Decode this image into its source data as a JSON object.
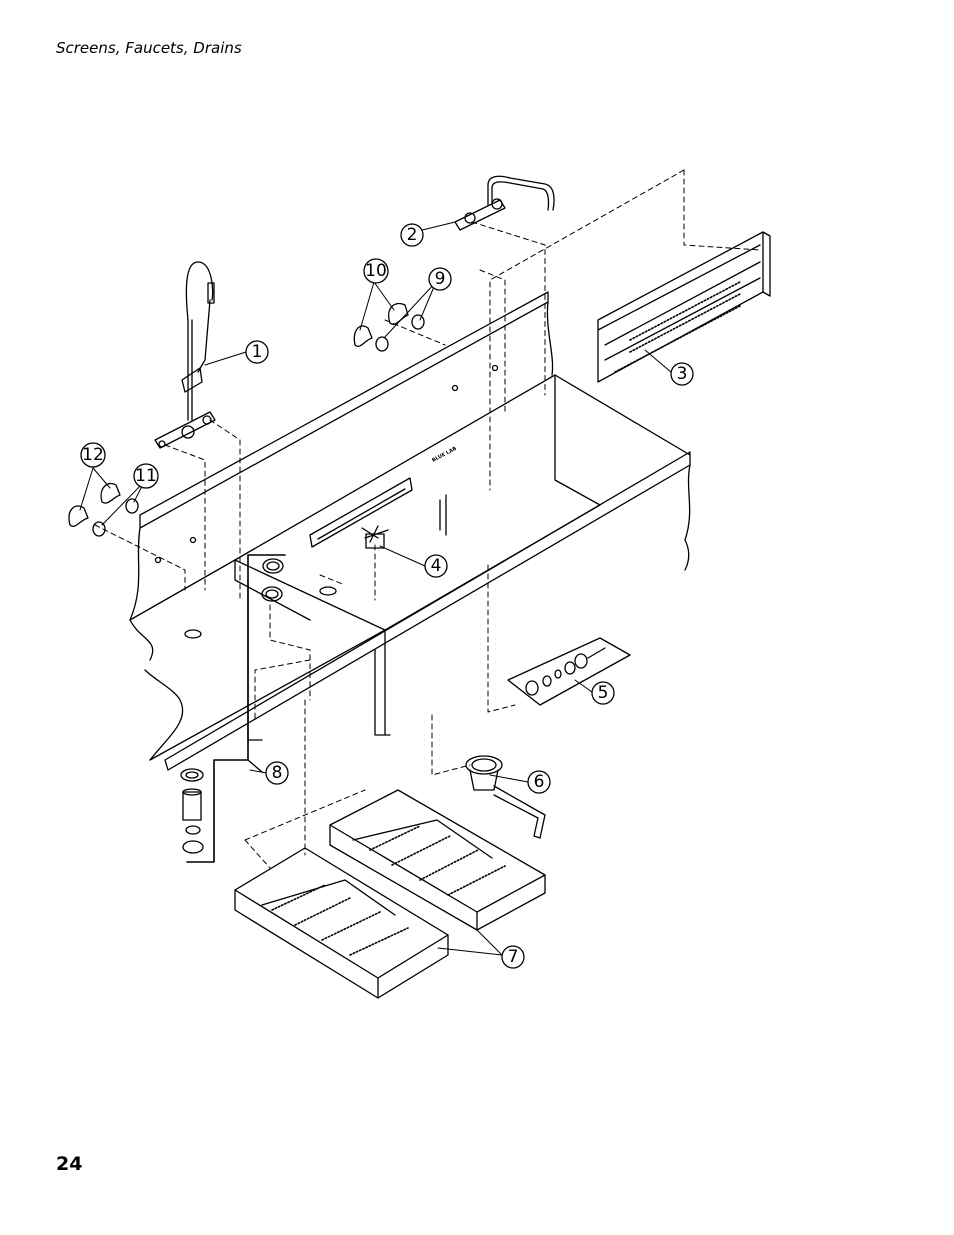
{
  "header": {
    "section_title": "Screens, Faucets, Drains"
  },
  "footer": {
    "page_number": "24"
  },
  "sink": {
    "brand_label": "BLUE LAB"
  },
  "callouts": [
    "1",
    "2",
    "3",
    "4",
    "5",
    "6",
    "7",
    "8",
    "9",
    "10",
    "11",
    "12"
  ]
}
